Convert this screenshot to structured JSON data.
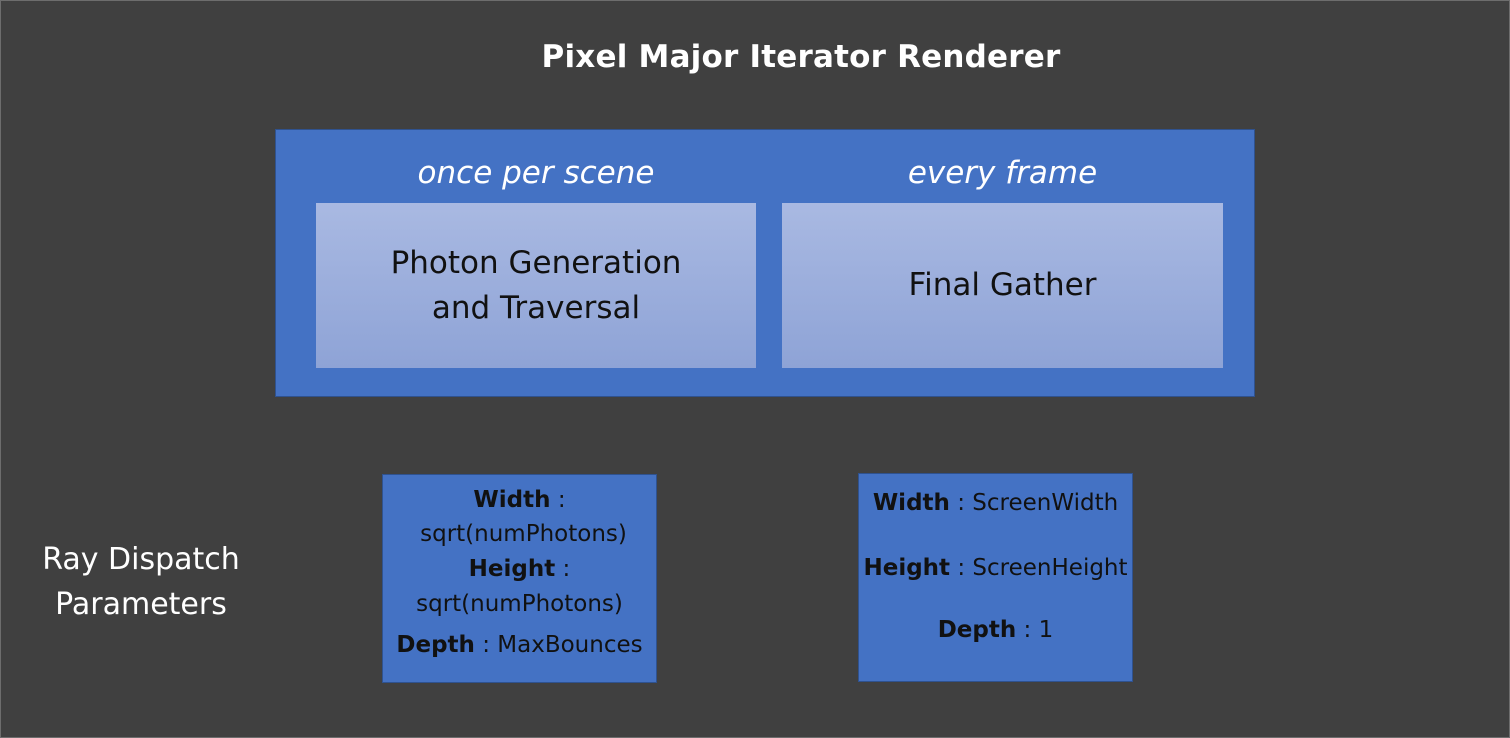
{
  "diagram": {
    "title": "Pixel Major Iterator Renderer",
    "stages": [
      {
        "label": "once per scene",
        "box_lines": [
          "Photon Generation",
          "and Traversal"
        ]
      },
      {
        "label": "every frame",
        "box_lines": [
          "Final Gather"
        ]
      }
    ],
    "params_label_lines": [
      "Ray Dispatch",
      "Parameters"
    ],
    "param_sets": [
      {
        "width_key": "Width",
        "width_sep": " :",
        "width_value": "sqrt(numPhotons)",
        "height_key": "Height",
        "height_sep": " :",
        "height_value": "sqrt(numPhotons)",
        "depth_key": "Depth",
        "depth_sep": " : ",
        "depth_value": "MaxBounces"
      },
      {
        "width_key": "Width",
        "width_sep": " : ",
        "width_value": "ScreenWidth",
        "height_key": "Height",
        "height_sep": " : ",
        "height_value": "ScreenHeight",
        "depth_key": "Depth",
        "depth_sep": " : ",
        "depth_value": "1"
      }
    ],
    "colors": {
      "background": "#404040",
      "container": "#4472c4",
      "stage_box_top": "#a9b9e2",
      "stage_box_bottom": "#8ea3d6",
      "title_text": "#ffffff"
    }
  }
}
